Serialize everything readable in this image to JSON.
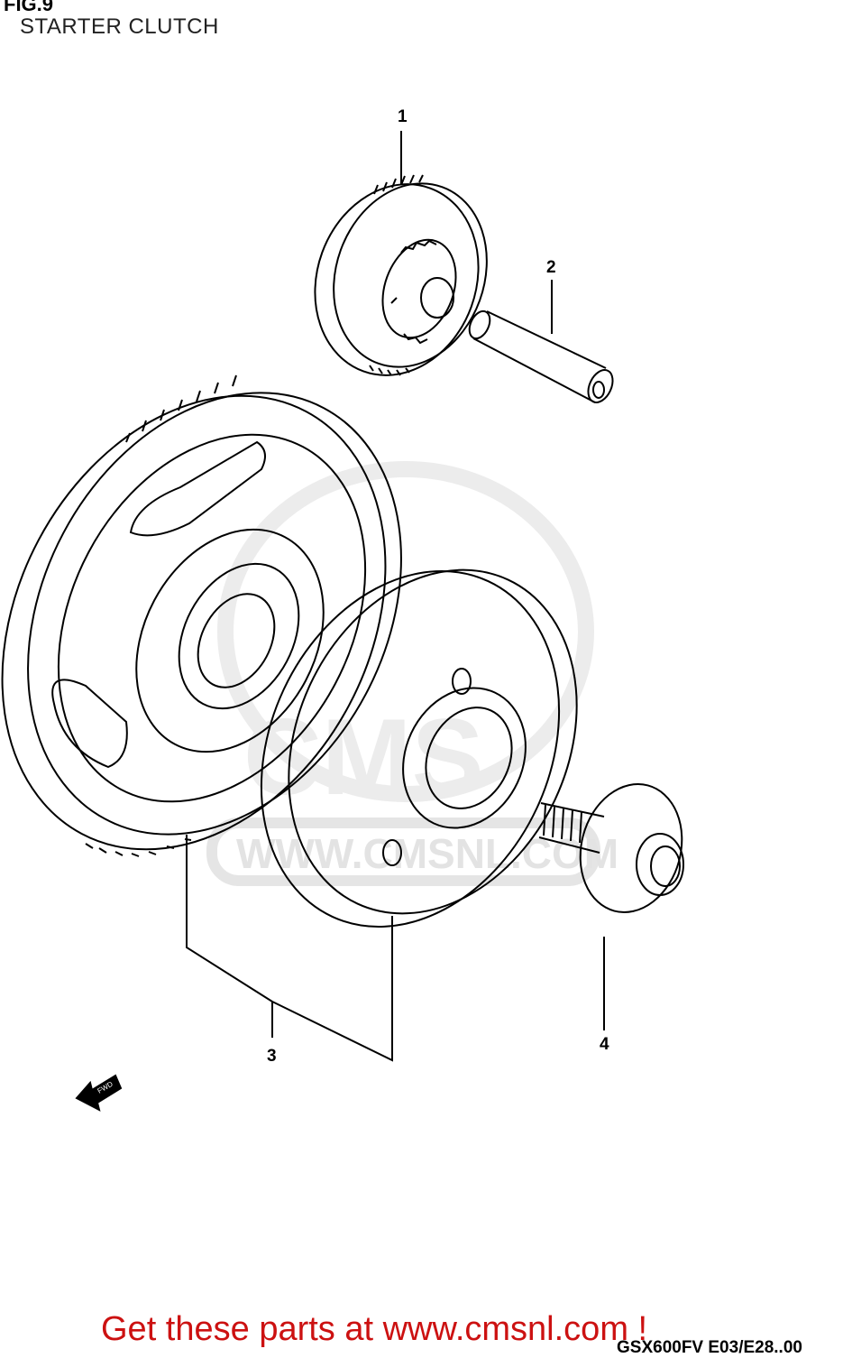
{
  "header": {
    "fig_label": "FIG.9",
    "title": "STARTER CLUTCH"
  },
  "callouts": {
    "c1": "1",
    "c2": "2",
    "c3": "3",
    "c4": "4"
  },
  "fwd_label": "FWD",
  "watermark": {
    "mark": "CMS",
    "url": "WWW.CMSNL.COM"
  },
  "footer": {
    "promo": "Get these parts at www.cmsnl.com !",
    "model_code": "GSX600FV E03/E28..00"
  },
  "colors": {
    "line": "#000000",
    "promo": "#cc1111",
    "watermark": "#e3e3e3"
  }
}
